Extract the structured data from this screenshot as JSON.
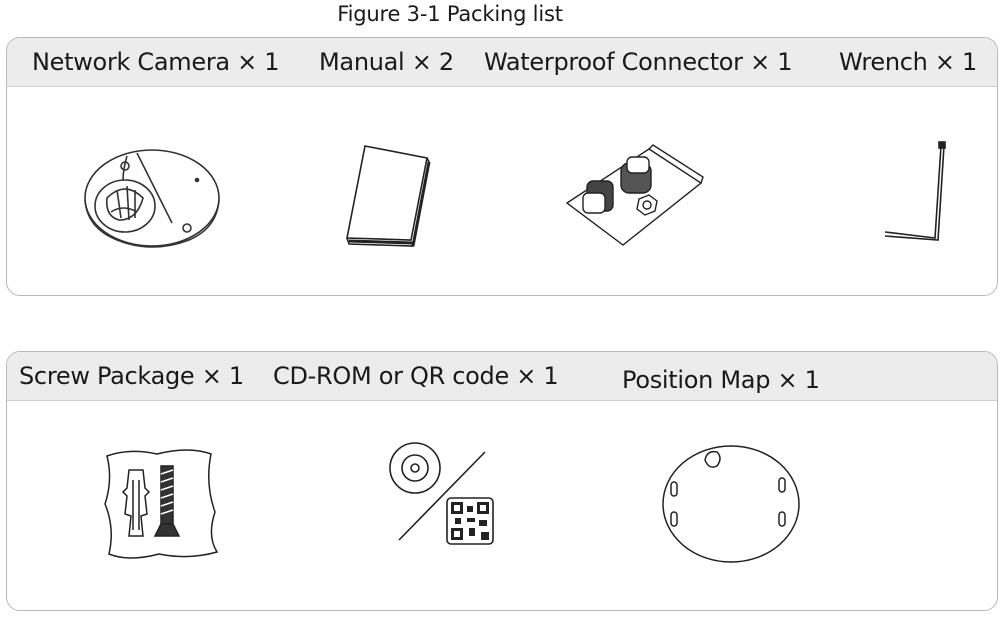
{
  "figure": {
    "caption": "Figure 3-1 Packing list"
  },
  "panels": [
    {
      "items": [
        {
          "label": "Network Camera × 1",
          "icon": "network-camera-icon"
        },
        {
          "label": "Manual × 2",
          "icon": "manual-icon"
        },
        {
          "label": "Waterproof Connector × 1",
          "icon": "waterproof-connector-icon"
        },
        {
          "label": "Wrench × 1",
          "icon": "wrench-icon"
        }
      ]
    },
    {
      "items": [
        {
          "label": "Screw Package × 1",
          "icon": "screw-package-icon"
        },
        {
          "label": "CD-ROM or QR code × 1",
          "icon": "cd-rom-qr-code-icon"
        },
        {
          "label": "Position Map × 1",
          "icon": "position-map-icon"
        }
      ]
    }
  ]
}
